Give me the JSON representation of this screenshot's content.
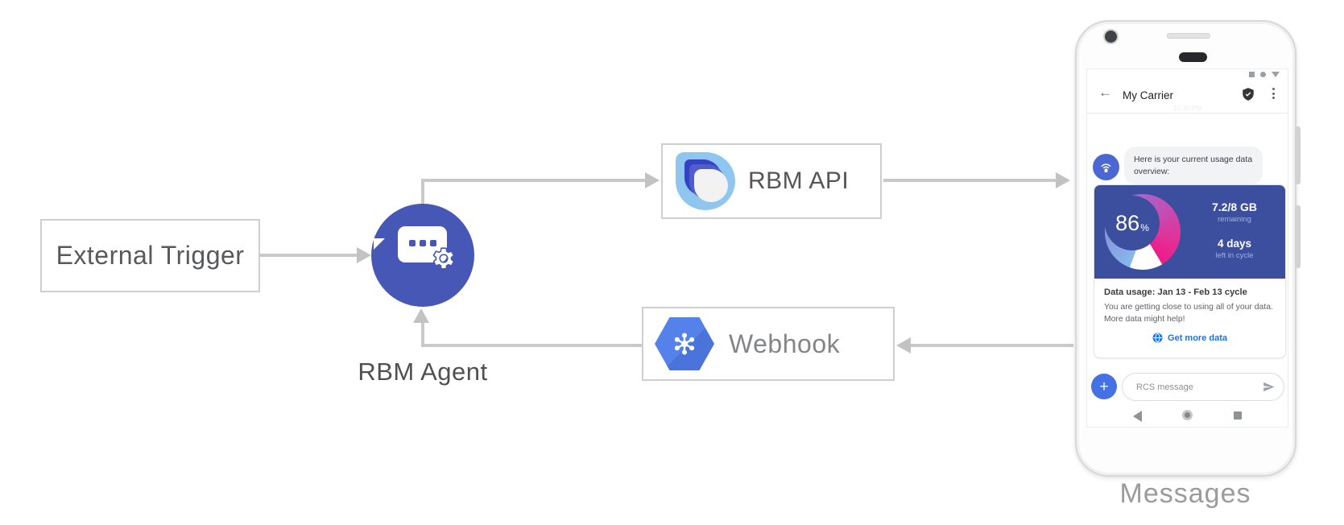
{
  "diagram": {
    "external_trigger": {
      "label": "External Trigger"
    },
    "rbm_agent": {
      "label": "RBM Agent",
      "color": "#4657b5"
    },
    "rbm_api": {
      "label": "RBM API"
    },
    "webhook": {
      "label": "Webhook",
      "hexagon_color": "#5582ea"
    },
    "arrow_color": "#c9c9c9"
  },
  "phone": {
    "caption": "Messages",
    "header": {
      "back_icon": "←",
      "title": "My Carrier"
    },
    "faint_timestamp": "10:30 PM",
    "chat": {
      "message": "Here is your current usage data overview:"
    },
    "usage_card": {
      "gauge_percent": "86",
      "gauge_percent_sign": "%",
      "remaining_value": "7.2/8 GB",
      "remaining_label": "remaining",
      "cycle_value": "4 days",
      "cycle_label": "left in cycle",
      "title": "Data usage: Jan 13 - Feb 13 cycle",
      "body": "You are getting close to using all of your data. More data might help!",
      "action_label": "Get more data",
      "card_color": "#3c4f9f",
      "link_color": "#1a73e8"
    },
    "composer": {
      "plus_label": "+",
      "placeholder": "RCS message"
    }
  }
}
